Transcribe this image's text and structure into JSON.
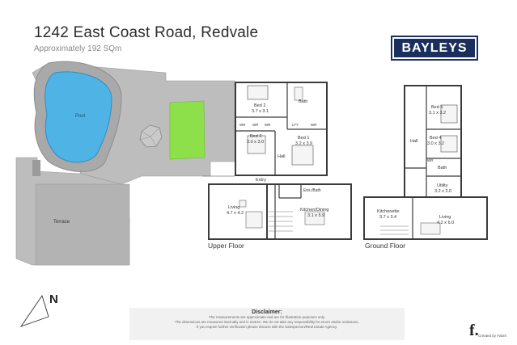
{
  "header": {
    "address": "1242 East Coast Road, Redvale",
    "area": "Approximately 192  SQm"
  },
  "brand": {
    "logo_text": "BAYLEYS",
    "color": "#1b2f5e"
  },
  "outdoor": {
    "pool": "Pool",
    "terrace": "Terrace"
  },
  "upper_floor": {
    "label": "Upper Floor",
    "rooms": {
      "bed2": {
        "name": "Bed 2",
        "size": "3.7 x 3.1"
      },
      "bath": "Bath",
      "bed3": {
        "name": "Bed 3",
        "size": "3.0 x 3.0"
      },
      "bed1": {
        "name": "Bed 1",
        "size": "3.2 x 3.9"
      },
      "hall": "Hall",
      "wr": "WR",
      "lty": "LTY",
      "entry": "Entry",
      "ens_bath": "Ens./Bath",
      "living": {
        "name": "Living",
        "size": "4.7 x 4.2"
      },
      "kitchen": {
        "name": "Kitchen/Dining",
        "size": "3.1 x 5.9"
      }
    }
  },
  "ground_floor": {
    "label": "Ground Floor",
    "rooms": {
      "bed5": {
        "name": "Bed 5",
        "size": "3.1 x 3.2"
      },
      "hall": "Hall",
      "bed4": {
        "name": "Bed 4",
        "size": "3.0 x 3.2"
      },
      "wr": "WR",
      "bath": "Bath",
      "utility": {
        "name": "Utility",
        "size": "3.2 x 2.0"
      },
      "kitchenette": {
        "name": "Kitchenette",
        "size": "3.7 x 3.4"
      },
      "living": {
        "name": "Living",
        "size": "4.2 x 6.0"
      }
    }
  },
  "compass": {
    "letter": "N"
  },
  "disclaimer": {
    "heading": "Disclaimer:",
    "lines": [
      "The measurements are approximate and are for illustration purposes only.",
      "The dimensions are measured internally and in metres. We do not take any responsibility for errors and/or omissions.",
      "If you require further verification please discuss with the Salesperson/Real Estate Agency."
    ]
  },
  "credit": {
    "mark": "f.",
    "text": "Created by Fabrit"
  }
}
